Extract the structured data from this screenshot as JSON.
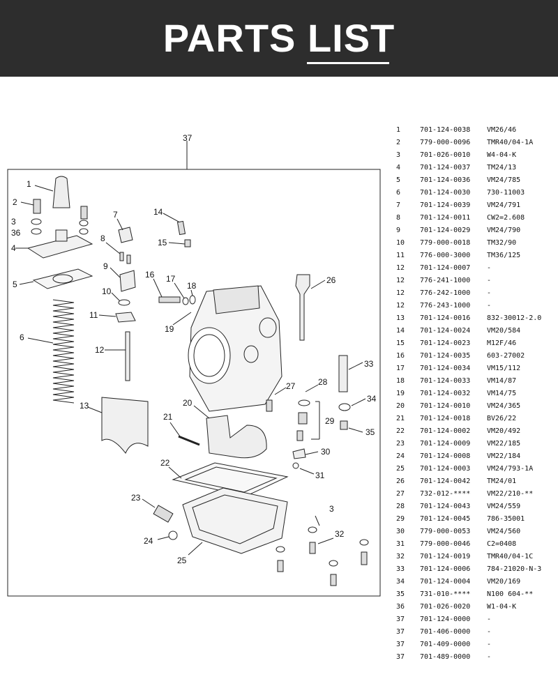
{
  "header": {
    "title_part1": "PARTS",
    "title_part2": "LIST",
    "background": "#2d2d2d",
    "text_color": "#ffffff"
  },
  "diagram": {
    "callouts": [
      "37",
      "1",
      "2",
      "3",
      "36",
      "4",
      "5",
      "6",
      "7",
      "8",
      "9",
      "10",
      "11",
      "12",
      "13",
      "14",
      "15",
      "16",
      "17",
      "18",
      "19",
      "20",
      "21",
      "22",
      "23",
      "24",
      "25",
      "26",
      "27",
      "28",
      "29",
      "30",
      "31",
      "3",
      "32",
      "33",
      "34",
      "35"
    ]
  },
  "parts": [
    {
      "no": "1",
      "part_number": "701-124-0038",
      "description": "VM26/46"
    },
    {
      "no": "2",
      "part_number": "779-000-0096",
      "description": "TMR40/04-1A"
    },
    {
      "no": "3",
      "part_number": "701-026-0010",
      "description": "W4-04-K"
    },
    {
      "no": "4",
      "part_number": "701-124-0037",
      "description": "TM24/13"
    },
    {
      "no": "5",
      "part_number": "701-124-0036",
      "description": "VM24/785"
    },
    {
      "no": "6",
      "part_number": "701-124-0030",
      "description": "730-11003"
    },
    {
      "no": "7",
      "part_number": "701-124-0039",
      "description": "VM24/791"
    },
    {
      "no": "8",
      "part_number": "701-124-0011",
      "description": "CW2=2.608"
    },
    {
      "no": "9",
      "part_number": "701-124-0029",
      "description": "VM24/790"
    },
    {
      "no": "10",
      "part_number": "779-000-0018",
      "description": "TM32/90"
    },
    {
      "no": "11",
      "part_number": "776-000-3000",
      "description": "TM36/125"
    },
    {
      "no": "12",
      "part_number": "701-124-0007",
      "description": "-"
    },
    {
      "no": "12",
      "part_number": "776-241-1000",
      "description": "-"
    },
    {
      "no": "12",
      "part_number": "776-242-1000",
      "description": "-"
    },
    {
      "no": "12",
      "part_number": "776-243-1000",
      "description": "-"
    },
    {
      "no": "13",
      "part_number": "701-124-0016",
      "description": "832-30012-2.0"
    },
    {
      "no": "14",
      "part_number": "701-124-0024",
      "description": "VM20/584"
    },
    {
      "no": "15",
      "part_number": "701-124-0023",
      "description": "M12F/46"
    },
    {
      "no": "16",
      "part_number": "701-124-0035",
      "description": "603-27002"
    },
    {
      "no": "17",
      "part_number": "701-124-0034",
      "description": "VM15/112"
    },
    {
      "no": "18",
      "part_number": "701-124-0033",
      "description": "VM14/87"
    },
    {
      "no": "19",
      "part_number": "701-124-0032",
      "description": "VM14/75"
    },
    {
      "no": "20",
      "part_number": "701-124-0010",
      "description": "VM24/365"
    },
    {
      "no": "21",
      "part_number": "701-124-0018",
      "description": "BV26/22"
    },
    {
      "no": "22",
      "part_number": "701-124-0002",
      "description": "VM20/492"
    },
    {
      "no": "23",
      "part_number": "701-124-0009",
      "description": "VM22/185"
    },
    {
      "no": "24",
      "part_number": "701-124-0008",
      "description": "VM22/184"
    },
    {
      "no": "25",
      "part_number": "701-124-0003",
      "description": "VM24/793-1A"
    },
    {
      "no": "26",
      "part_number": "701-124-0042",
      "description": "TM24/01"
    },
    {
      "no": "27",
      "part_number": "732-012-****",
      "description": "VM22/210-**"
    },
    {
      "no": "28",
      "part_number": "701-124-0043",
      "description": "VM24/559"
    },
    {
      "no": "29",
      "part_number": "701-124-0045",
      "description": "786-35001"
    },
    {
      "no": "30",
      "part_number": "779-000-0053",
      "description": "VM24/560"
    },
    {
      "no": "31",
      "part_number": "779-000-0046",
      "description": "C2=0408"
    },
    {
      "no": "32",
      "part_number": "701-124-0019",
      "description": "TMR40/04-1C"
    },
    {
      "no": "33",
      "part_number": "701-124-0006",
      "description": "784-21020-N-3"
    },
    {
      "no": "34",
      "part_number": "701-124-0004",
      "description": "VM20/169"
    },
    {
      "no": "35",
      "part_number": "731-010-****",
      "description": "N100 604-**"
    },
    {
      "no": "36",
      "part_number": "701-026-0020",
      "description": "W1-04-K"
    },
    {
      "no": "37",
      "part_number": "701-124-0000",
      "description": "-"
    },
    {
      "no": "37",
      "part_number": "701-406-0000",
      "description": "-"
    },
    {
      "no": "37",
      "part_number": "701-409-0000",
      "description": "-"
    },
    {
      "no": "37",
      "part_number": "701-489-0000",
      "description": "-"
    }
  ]
}
